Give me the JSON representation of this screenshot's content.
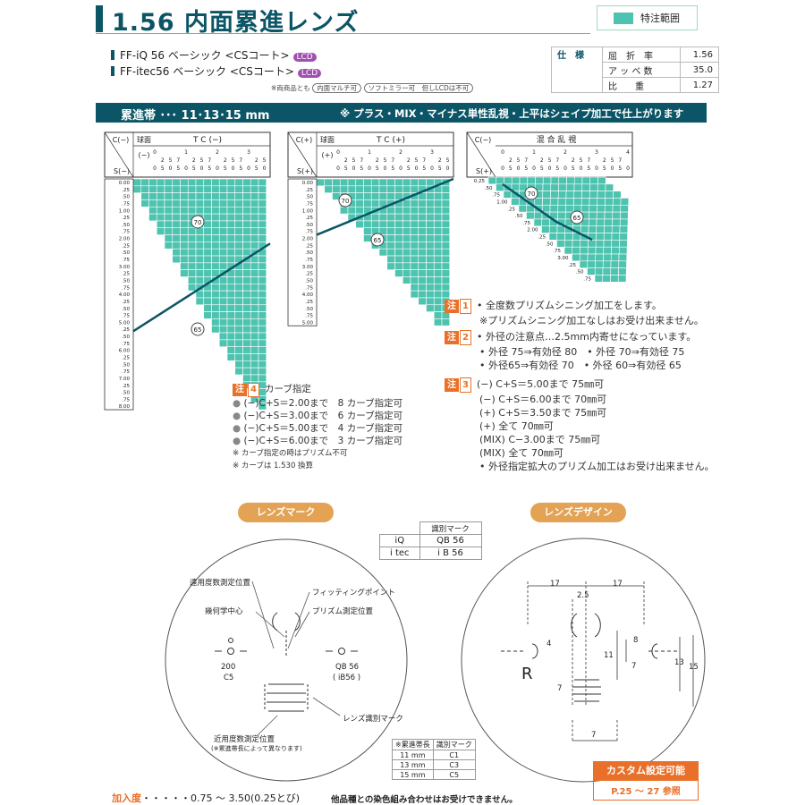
{
  "title": "1.56 内面累進レンズ",
  "legend": {
    "label": "特注範囲",
    "color": "#4ec3b0"
  },
  "products": [
    {
      "name": "FF-iQ  56 ベーシック <CSコート>",
      "badge": "LCD"
    },
    {
      "name": "FF-itec56 ベーシック <CSコート>",
      "badge": "LCD"
    }
  ],
  "product_note": {
    "prefix": "※両商品とも",
    "pill1": "内面マルチ可",
    "pill2": "ソフトミラー可　但しLCDは不可"
  },
  "spec": {
    "label": "仕　様",
    "rows": [
      {
        "name": "屈　折　率",
        "value": "1.56"
      },
      {
        "name": "ア ッ ベ 数",
        "value": "35.0"
      },
      {
        "name": "比　　重",
        "value": "1.27"
      }
    ]
  },
  "banner": {
    "left": "累進帯 ･･･ 11･13･15 mm",
    "right": "※ プラス・MIX・マイナス単性乱視・上平はシェイプ加工で仕上がります"
  },
  "charts": {
    "minus": {
      "c_label": "C(−)",
      "corner": "球面",
      "title": "T C (−)",
      "s_label": "S(−)",
      "sub": "(−)",
      "zone_upper": "70",
      "zone_lower": "65"
    },
    "plus": {
      "c_label": "C(+)",
      "corner": "球面",
      "title": "T C (+)",
      "s_label": "S(+)",
      "sub": "(+)",
      "zone_upper": "70",
      "zone_lower": "65"
    },
    "mix": {
      "title": "混 合 乱 視",
      "c_label": "C(−)",
      "s_label": "S(+)",
      "zone_upper": "70",
      "zone_lower": "65"
    },
    "c_top_digits": [
      "0",
      "",
      "",
      "",
      "1",
      "",
      "",
      "",
      "2",
      "",
      "",
      "",
      "3",
      "",
      "",
      "",
      "4"
    ],
    "c_mid_digits": [
      "",
      "2",
      "5",
      "7",
      "",
      "2",
      "5",
      "7",
      "",
      "2",
      "5",
      "7",
      "",
      "2",
      "5",
      "7",
      ""
    ],
    "c_bot_digits": [
      "0",
      "5",
      "0",
      "5",
      "0",
      "5",
      "0",
      "5",
      "0",
      "5",
      "0",
      "5",
      "0",
      "5",
      "0",
      "5",
      "0"
    ],
    "s_rows_minus": [
      "0.00",
      ".25",
      ".50",
      ".75",
      "1.00",
      ".25",
      ".50",
      ".75",
      "2.00",
      ".25",
      ".50",
      ".75",
      "3.00",
      ".25",
      ".50",
      ".75",
      "4.00",
      ".25",
      ".50",
      ".75",
      "5.00",
      ".25",
      ".50",
      ".75",
      "6.00",
      ".25",
      ".50",
      ".75",
      "7.00",
      ".25",
      ".50",
      ".75",
      "8.00"
    ],
    "s_rows_plus": [
      "0.00",
      ".25",
      ".50",
      ".75",
      "1.00",
      ".25",
      ".50",
      ".75",
      "2.00",
      ".25",
      ".50",
      ".75",
      "3.00",
      ".25",
      ".50",
      ".75",
      "4.00",
      ".25",
      ".50",
      ".75",
      "5.00"
    ],
    "s_rows_mix": [
      "0.25",
      ".50",
      ".75",
      "1.00",
      ".25",
      ".50",
      ".75",
      "2.00",
      ".25",
      ".50",
      ".75",
      "3.00",
      ".25",
      ".50",
      ".75"
    ]
  },
  "note4": {
    "badge": "注",
    "num": "4",
    "title": "カーブ指定",
    "items": [
      "(−)C+S＝2.00まで　8 カーブ指定可",
      "(−)C+S＝3.00まで　6 カーブ指定可",
      "(−)C+S＝5.00まで　4 カーブ指定可",
      "(−)C+S＝6.00まで　3 カーブ指定可"
    ],
    "foot1": "※ カーブ指定の時はプリズム不可",
    "foot2": "※ カーブは 1.530 換算"
  },
  "note1": {
    "badge": "注",
    "num": "1",
    "lines": [
      "• 全度数プリズムシニング加工をします。",
      "※プリズムシニング加工なしはお受け出来ません。"
    ]
  },
  "note2": {
    "badge": "注",
    "num": "2",
    "lines": [
      "• 外径の注意点…2.5mm内寄せになっています。",
      "• 外径 75⇒有効径 80　• 外径 70⇒有効径 75",
      "• 外径65⇒有効径 70　• 外径 60⇒有効径 65"
    ]
  },
  "note3": {
    "badge": "注",
    "num": "3",
    "lines": [
      "(−) C+S＝5.00まで 75㎜可",
      "(−) C+S＝6.00まで 70㎜可",
      "(+) C+S＝3.50まで 75㎜可",
      "(+) 全て 70㎜可",
      "(MIX) C−3.00まで 75㎜可",
      "(MIX) 全て 70㎜可",
      "• 外径指定拡大のプリズム加工はお受け出来ません。"
    ]
  },
  "lens_mark": {
    "title": "レンズマーク",
    "far_point": "遠用度数測定位置",
    "fitting_point": "フィッティングポイント",
    "geometric_center": "幾何学中心",
    "prism_point": "プリズム測定位置",
    "left_mark1": "200",
    "left_mark2": "C5",
    "right_mark1": "QB 56",
    "right_mark2": "( iB56 )",
    "id_mark": "レンズ識別マーク",
    "near_point": "近用度数測定位置",
    "near_note": "(※累進帯長によって異なります)"
  },
  "id_table": {
    "header": "識別マーク",
    "rows": [
      {
        "name": "iQ",
        "mark": "QB 56"
      },
      {
        "name": "i tec",
        "mark": "i B 56"
      }
    ]
  },
  "len_table": {
    "h1": "※累進帯長",
    "h2": "識別マーク",
    "rows": [
      {
        "len": "11 mm",
        "mark": "C1"
      },
      {
        "len": "13 mm",
        "mark": "C3"
      },
      {
        "len": "15 mm",
        "mark": "C5"
      }
    ]
  },
  "lens_design": {
    "title": "レンズデザイン",
    "d17a": "17",
    "d17b": "17",
    "d25": "2.5",
    "d4": "4",
    "d8": "8",
    "d11": "11",
    "d7a": "7",
    "d13": "13",
    "d15": "15",
    "d7b": "7",
    "d7c": "7",
    "side": "R"
  },
  "custom": {
    "label": "カスタム設定可能",
    "ref": "P.25 〜 27 参照"
  },
  "footer": {
    "add_label": "加入度",
    "add_range": "・・・・・0.75 〜 3.50(0.25とび)",
    "note": "他品種との染色組み合わせはお受けできません。"
  }
}
